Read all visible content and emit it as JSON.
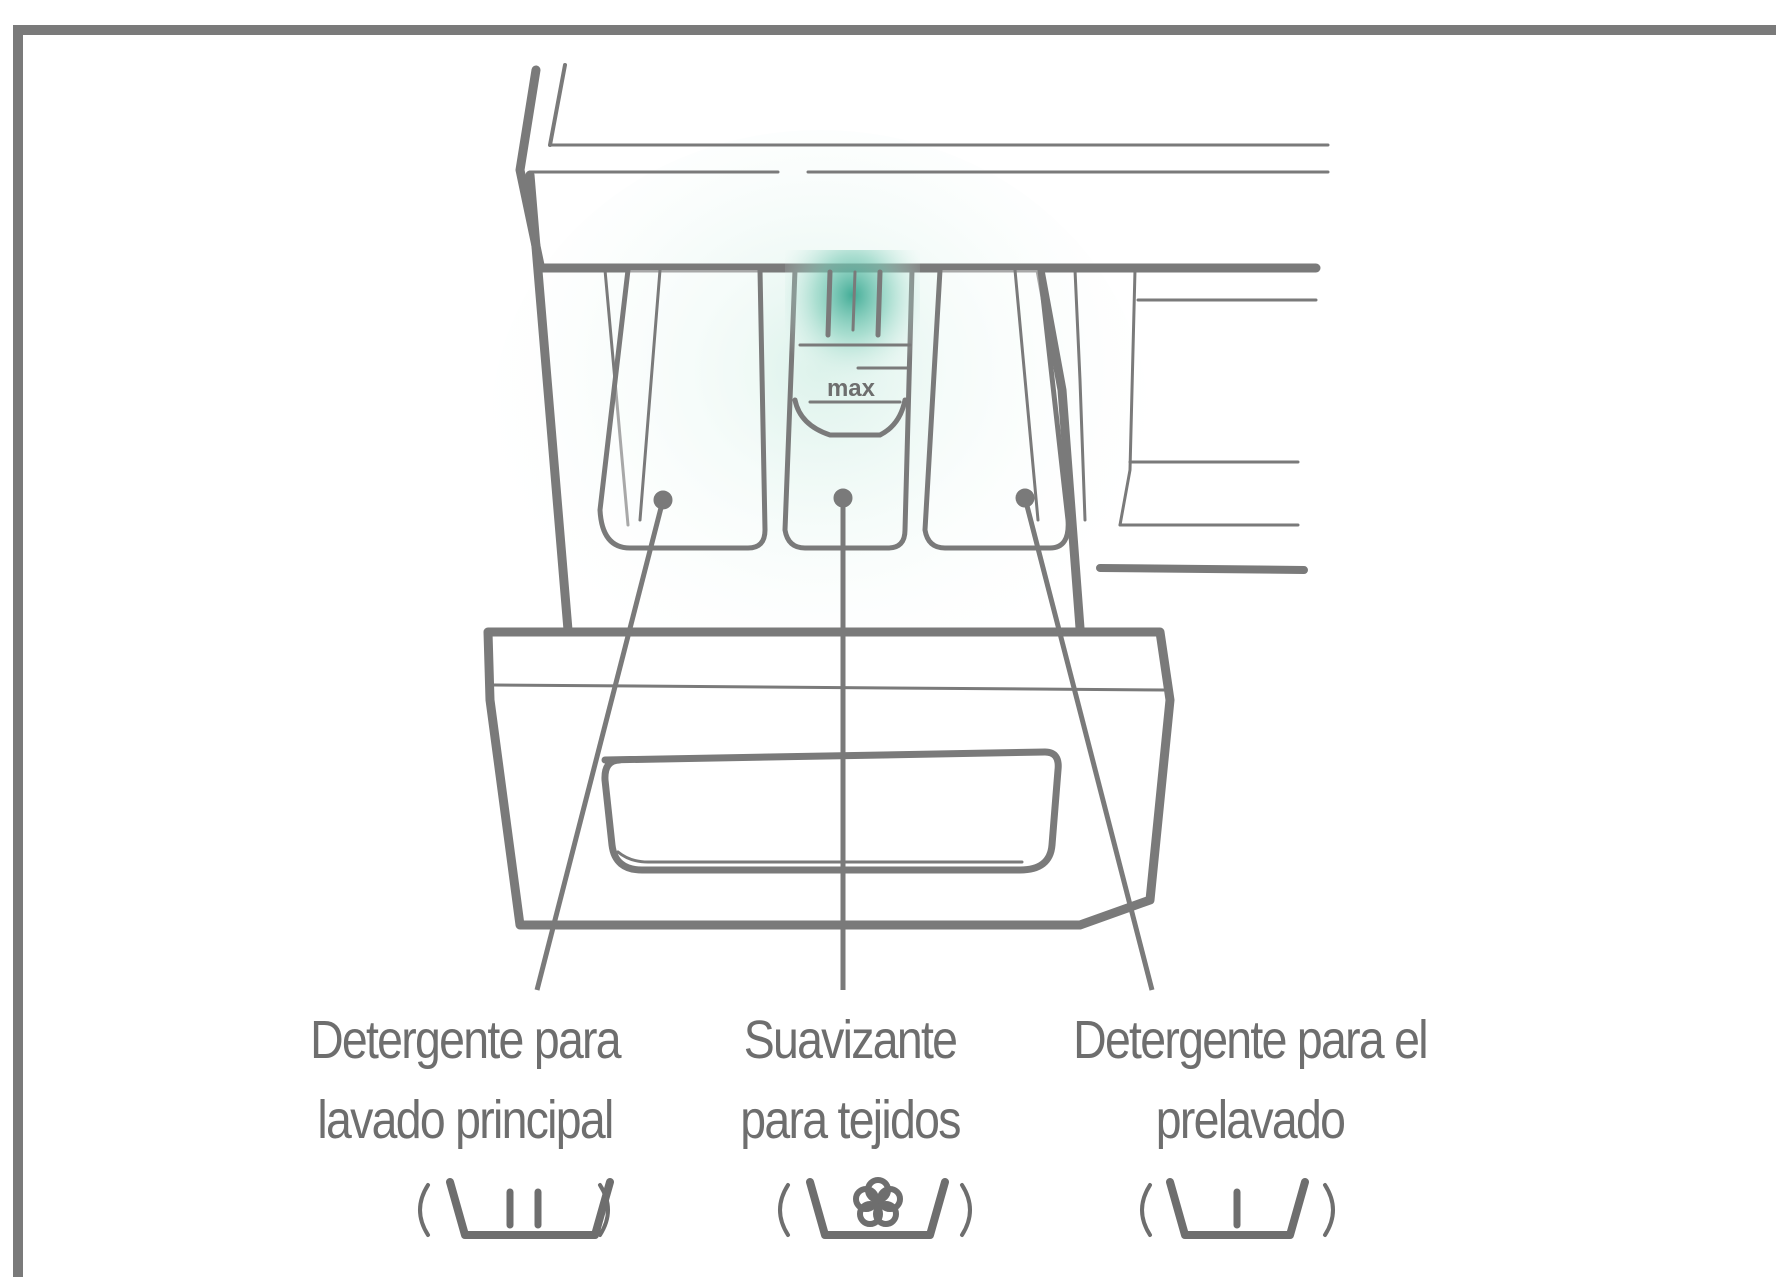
{
  "diagram": {
    "compartment_marker": "max",
    "labels": [
      {
        "id": "main-wash",
        "line1": "Detergente para",
        "line2": "lavado principal",
        "symbol": "main-wash-tub-symbol-icon"
      },
      {
        "id": "softener",
        "line1": "Suavizante",
        "line2": "para tejidos",
        "symbol": "softener-flower-tub-symbol-icon"
      },
      {
        "id": "prewash",
        "line1": "Detergente para el",
        "line2": "prelavado",
        "symbol": "prewash-tub-symbol-icon"
      }
    ]
  },
  "colors": {
    "stroke": "#7a7a7a",
    "text": "#6e6e6e",
    "accent_teal": "#3aa892",
    "frame": "#7a7a7a"
  }
}
